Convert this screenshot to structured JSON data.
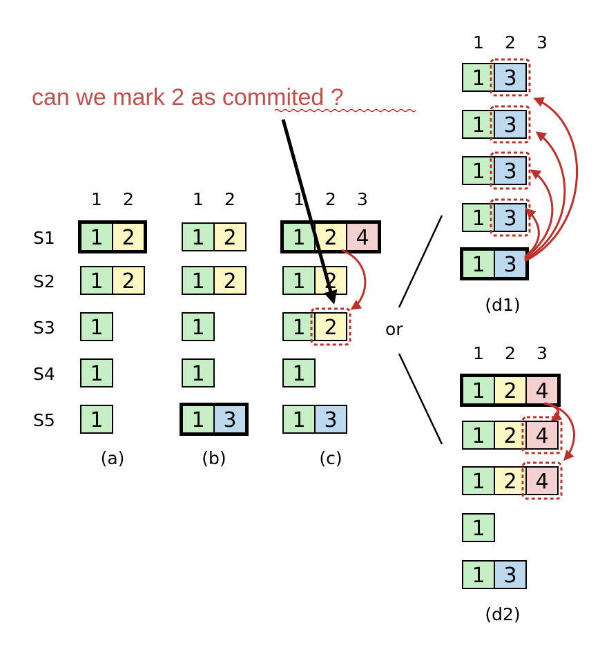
{
  "question": "can we mark 2 as commited ?",
  "connector": "or",
  "colors": {
    "green": "#c6efc6",
    "yellow": "#fdf7c3",
    "blue": "#bcd9ef",
    "pink": "#f4d0d0",
    "red": "#c0302a",
    "redtext": "#c0504d"
  },
  "panels": [
    {
      "id": "a",
      "caption": "(a)",
      "index_labels": [
        "1",
        "2"
      ],
      "rows": [
        {
          "server": "S1",
          "entries": [
            "1",
            "2"
          ],
          "leader": true
        },
        {
          "server": "S2",
          "entries": [
            "1",
            "2"
          ],
          "leader": false
        },
        {
          "server": "S3",
          "entries": [
            "1"
          ],
          "leader": false
        },
        {
          "server": "S4",
          "entries": [
            "1"
          ],
          "leader": false
        },
        {
          "server": "S5",
          "entries": [
            "1"
          ],
          "leader": false
        }
      ]
    },
    {
      "id": "b",
      "caption": "(b)",
      "index_labels": [
        "1",
        "2"
      ],
      "rows": [
        {
          "entries": [
            "1",
            "2"
          ],
          "leader": false
        },
        {
          "entries": [
            "1",
            "2"
          ],
          "leader": false
        },
        {
          "entries": [
            "1"
          ],
          "leader": false
        },
        {
          "entries": [
            "1"
          ],
          "leader": false
        },
        {
          "entries": [
            "1",
            "3"
          ],
          "leader": true
        }
      ]
    },
    {
      "id": "c",
      "caption": "(c)",
      "index_labels": [
        "1",
        "2",
        "3"
      ],
      "rows": [
        {
          "entries": [
            "1",
            "2",
            "4"
          ],
          "leader": true
        },
        {
          "entries": [
            "1",
            "2"
          ],
          "leader": false
        },
        {
          "entries": [
            "1",
            "2"
          ],
          "leader": false
        },
        {
          "entries": [
            "1"
          ],
          "leader": false
        },
        {
          "entries": [
            "1",
            "3"
          ],
          "leader": false
        }
      ]
    },
    {
      "id": "d1",
      "caption": "(d1)",
      "index_labels": [
        "1",
        "2",
        "3"
      ],
      "rows": [
        {
          "entries": [
            "1",
            "3"
          ],
          "leader": false
        },
        {
          "entries": [
            "1",
            "3"
          ],
          "leader": false
        },
        {
          "entries": [
            "1",
            "3"
          ],
          "leader": false
        },
        {
          "entries": [
            "1",
            "3"
          ],
          "leader": false
        },
        {
          "entries": [
            "1",
            "3"
          ],
          "leader": true
        }
      ]
    },
    {
      "id": "d2",
      "caption": "(d2)",
      "index_labels": [
        "1",
        "2",
        "3"
      ],
      "rows": [
        {
          "entries": [
            "1",
            "2",
            "4"
          ],
          "leader": true
        },
        {
          "entries": [
            "1",
            "2",
            "4"
          ],
          "leader": false
        },
        {
          "entries": [
            "1",
            "2",
            "4"
          ],
          "leader": false
        },
        {
          "entries": [
            "1"
          ],
          "leader": false
        },
        {
          "entries": [
            "1",
            "3"
          ],
          "leader": false
        }
      ]
    }
  ]
}
